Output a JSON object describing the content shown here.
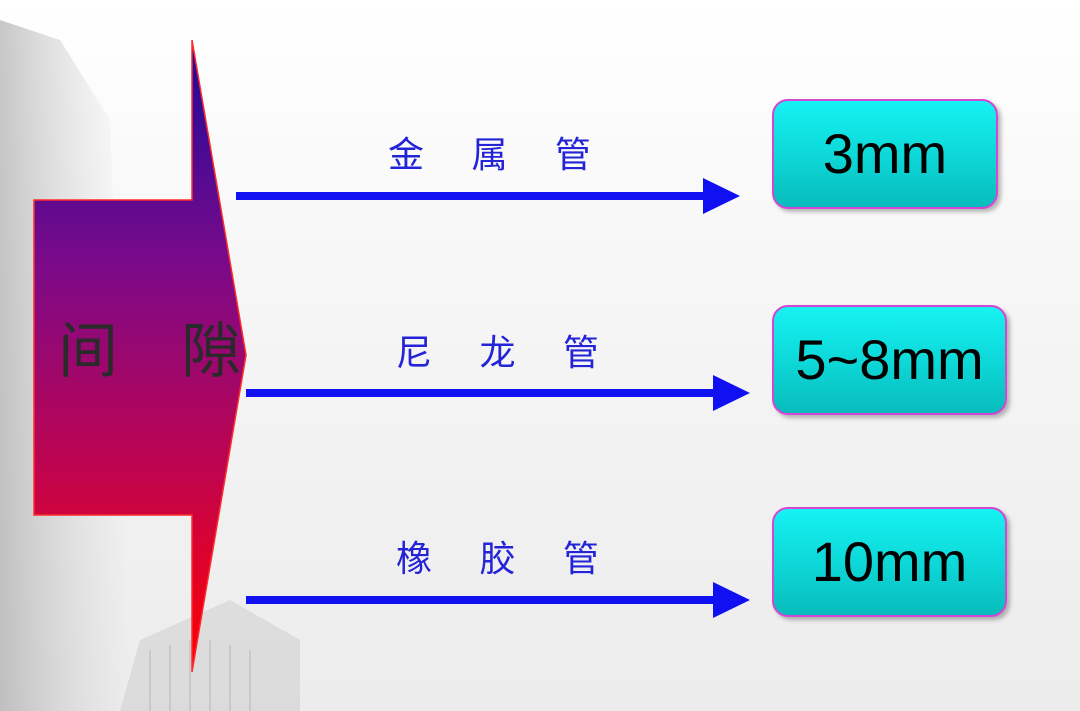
{
  "source": {
    "label": "间 隙",
    "icon": "block-arrow-icon"
  },
  "branches": [
    {
      "label": "金 属 管",
      "value": "3mm"
    },
    {
      "label": "尼 龙 管",
      "value": "5~8mm"
    },
    {
      "label": "橡 胶 管",
      "value": "10mm"
    }
  ],
  "colors": {
    "arrow": "#1010f0",
    "label_text": "#2323d8",
    "box_fill": "#12e6e6",
    "box_border": "#d446d4",
    "block_top": "#3a0a9a",
    "block_bottom": "#ff0000"
  }
}
